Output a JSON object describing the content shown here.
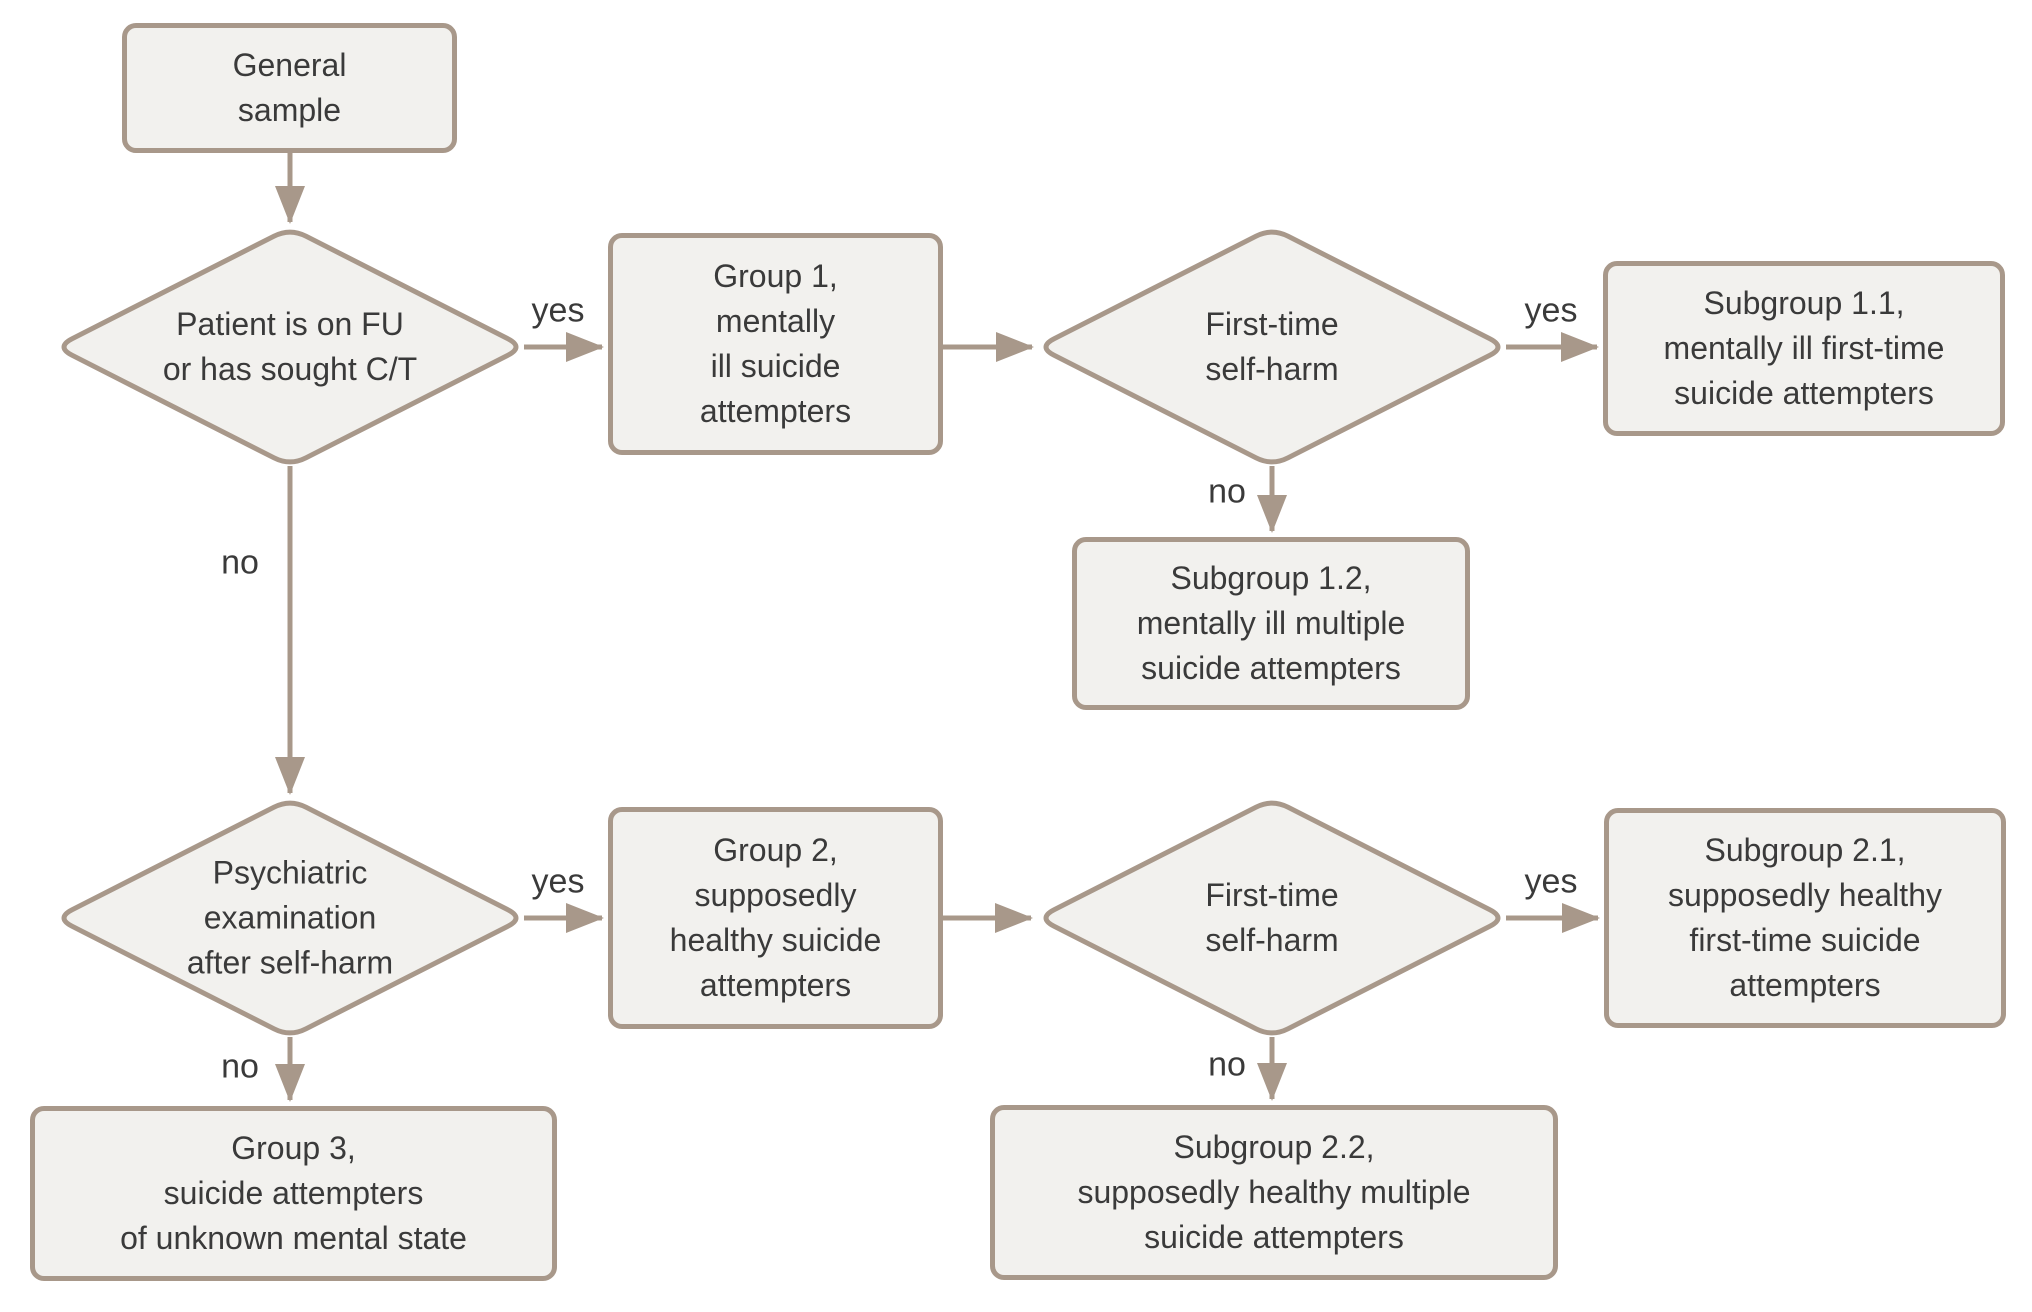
{
  "colors": {
    "background": "#ffffff",
    "node-fill": "#f2f1ee",
    "stroke": "#a8988a",
    "text": "#3a3a3a"
  },
  "flowchart": {
    "nodes": [
      {
        "id": "general",
        "type": "box",
        "label": "General\nsample"
      },
      {
        "id": "d1",
        "type": "decision",
        "label": "Patient is on FU\nor has sought C/T"
      },
      {
        "id": "group1",
        "type": "box",
        "label": "Group 1,\nmentally\nill suicide\nattempters"
      },
      {
        "id": "d2",
        "type": "decision",
        "label": "First-time\nself-harm"
      },
      {
        "id": "sub11",
        "type": "box",
        "label": "Subgroup 1.1,\nmentally ill first-time\nsuicide attempters"
      },
      {
        "id": "sub12",
        "type": "box",
        "label": "Subgroup 1.2,\nmentally ill multiple\nsuicide attempters"
      },
      {
        "id": "d3",
        "type": "decision",
        "label": "Psychiatric\nexamination\nafter self-harm"
      },
      {
        "id": "group2",
        "type": "box",
        "label": "Group 2,\nsupposedly\nhealthy suicide\nattempters"
      },
      {
        "id": "d4",
        "type": "decision",
        "label": "First-time\nself-harm"
      },
      {
        "id": "sub21",
        "type": "box",
        "label": "Subgroup 2.1,\nsupposedly healthy\nfirst-time suicide\nattempters"
      },
      {
        "id": "sub22",
        "type": "box",
        "label": "Subgroup 2.2,\nsupposedly healthy multiple\nsuicide attempters"
      },
      {
        "id": "group3",
        "type": "box",
        "label": "Group 3,\nsuicide attempters\nof unknown mental state"
      }
    ],
    "edge_labels": [
      {
        "from": "d1",
        "to": "group1",
        "label": "yes"
      },
      {
        "from": "d2",
        "to": "sub11",
        "label": "yes"
      },
      {
        "from": "d2",
        "to": "sub12",
        "label": "no"
      },
      {
        "from": "d1",
        "to": "d3",
        "label": "no"
      },
      {
        "from": "d3",
        "to": "group2",
        "label": "yes"
      },
      {
        "from": "d4",
        "to": "sub21",
        "label": "yes"
      },
      {
        "from": "d3",
        "to": "group3",
        "label": "no"
      },
      {
        "from": "d4",
        "to": "sub22",
        "label": "no"
      }
    ]
  }
}
